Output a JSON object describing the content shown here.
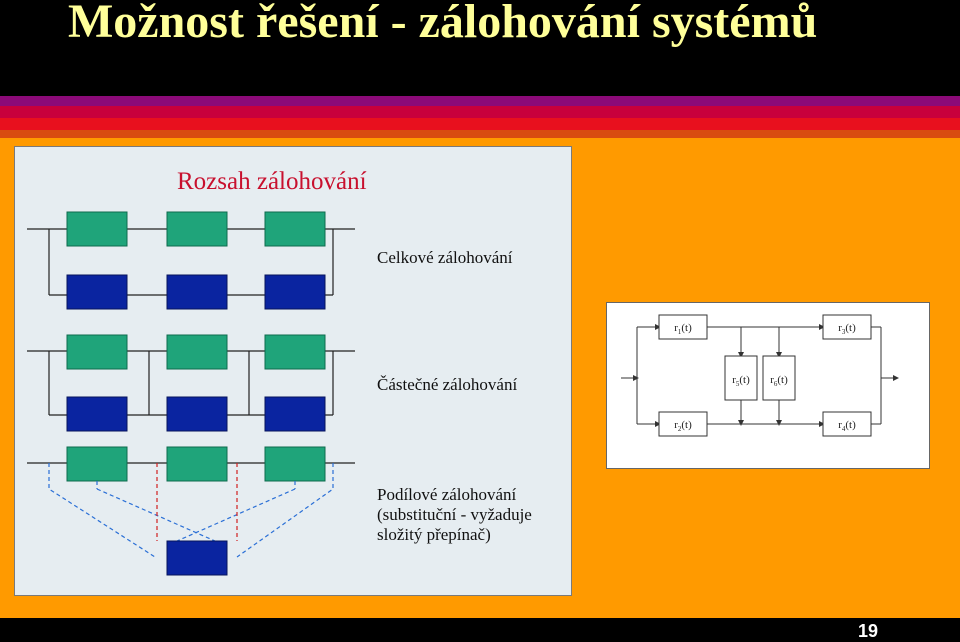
{
  "slide": {
    "title": "Možnost řešení - zálohování systémů",
    "page_number": "19"
  },
  "left_diagram": {
    "heading": "Rozsah zálohování",
    "label_total": "Celkové zálohování",
    "label_partial": "Částečné zálohování",
    "label_share_1": "Podílové zálohování",
    "label_share_2": "(substituční - vyžaduje",
    "label_share_3": "složitý přepínač)"
  },
  "right_diagram": {
    "blocks": {
      "r1": {
        "base": "r",
        "sub": "1",
        "suffix": "(t)"
      },
      "r2": {
        "base": "r",
        "sub": "2",
        "suffix": "(t)"
      },
      "r3": {
        "base": "r",
        "sub": "3",
        "suffix": "(t)"
      },
      "r4": {
        "base": "r",
        "sub": "4",
        "suffix": "(t)"
      },
      "r5": {
        "base": "r",
        "sub": "5",
        "suffix": "(t)"
      },
      "r6": {
        "base": "r",
        "sub": "6",
        "suffix": "(t)"
      }
    }
  },
  "colors": {
    "title_text": "#ffff99",
    "background": "#ff9a00",
    "primary_block": "#1fa47a",
    "backup_block": "#0a24a0",
    "heading_red": "#c8102e"
  }
}
